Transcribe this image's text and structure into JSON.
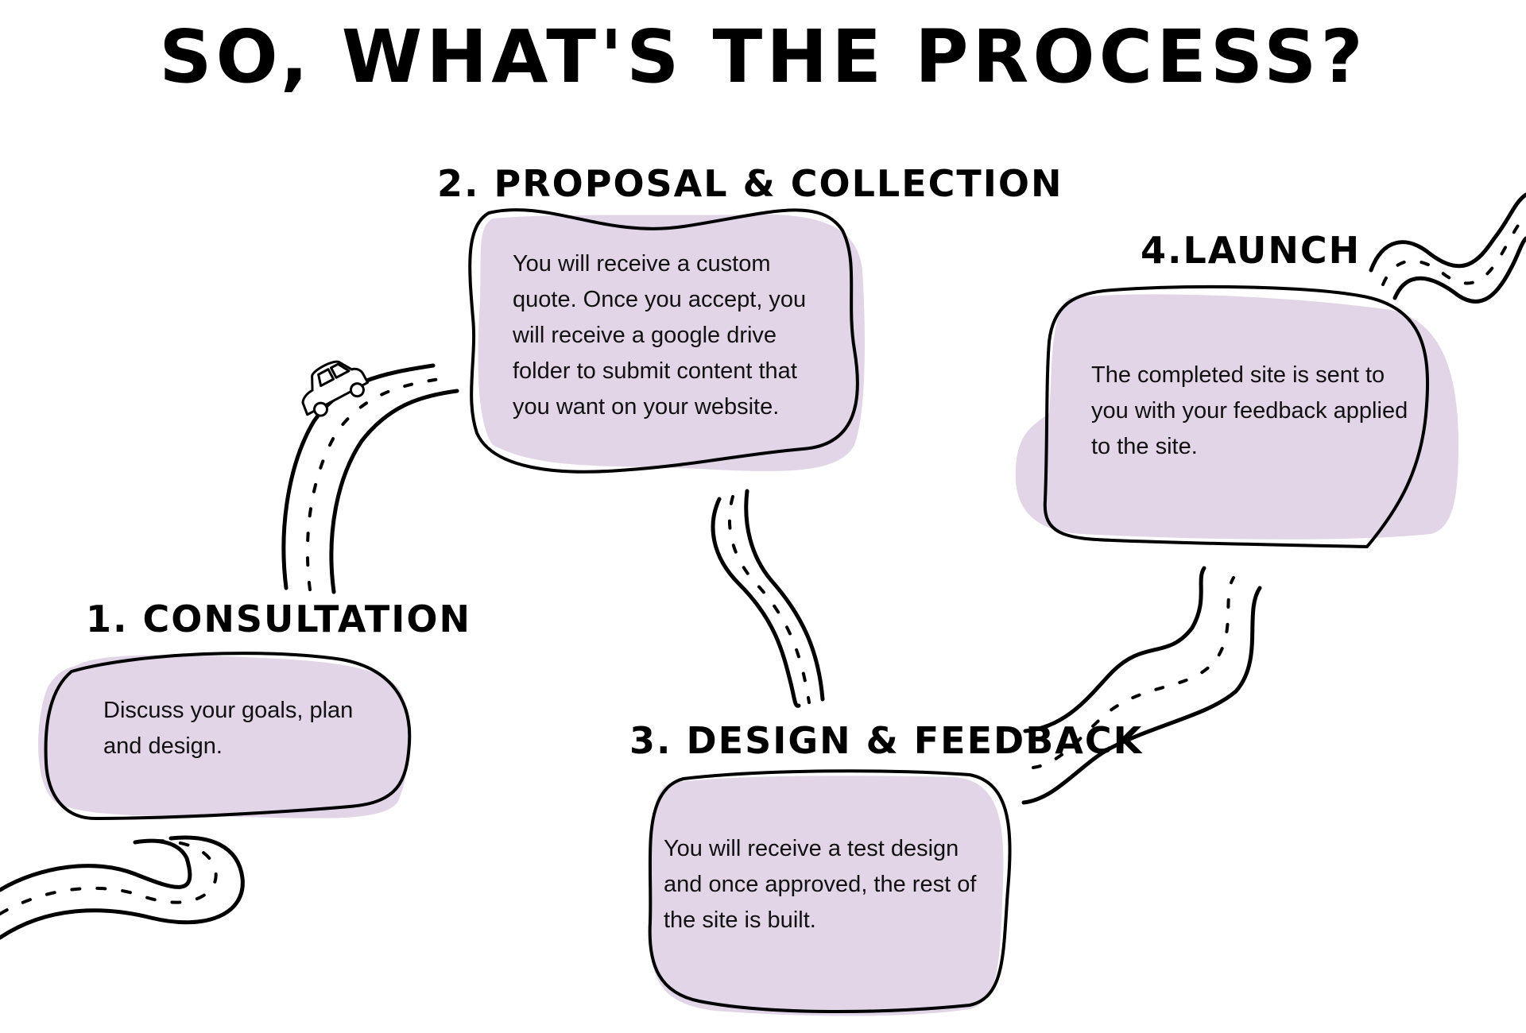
{
  "title": "SO, WHAT'S THE PROCESS?",
  "colors": {
    "blob": "#e1d5e7",
    "ink": "#000000",
    "background": "#ffffff"
  },
  "steps": [
    {
      "title": "1. CONSULTATION",
      "text": "Discuss your goals, plan and design."
    },
    {
      "title": "2. PROPOSAL &  COLLECTION",
      "text": "You will receive a custom quote. Once you accept, you will receive a google drive folder to submit content that you want on your website."
    },
    {
      "title": "3. DESIGN & FEEDBACK",
      "text": "You will receive a test design and once approved, the rest of the site is built."
    },
    {
      "title": "4.LAUNCH",
      "text": "The completed site is sent to you with your feedback applied to the site."
    }
  ],
  "icons": [
    "car-icon",
    "road-icon"
  ]
}
